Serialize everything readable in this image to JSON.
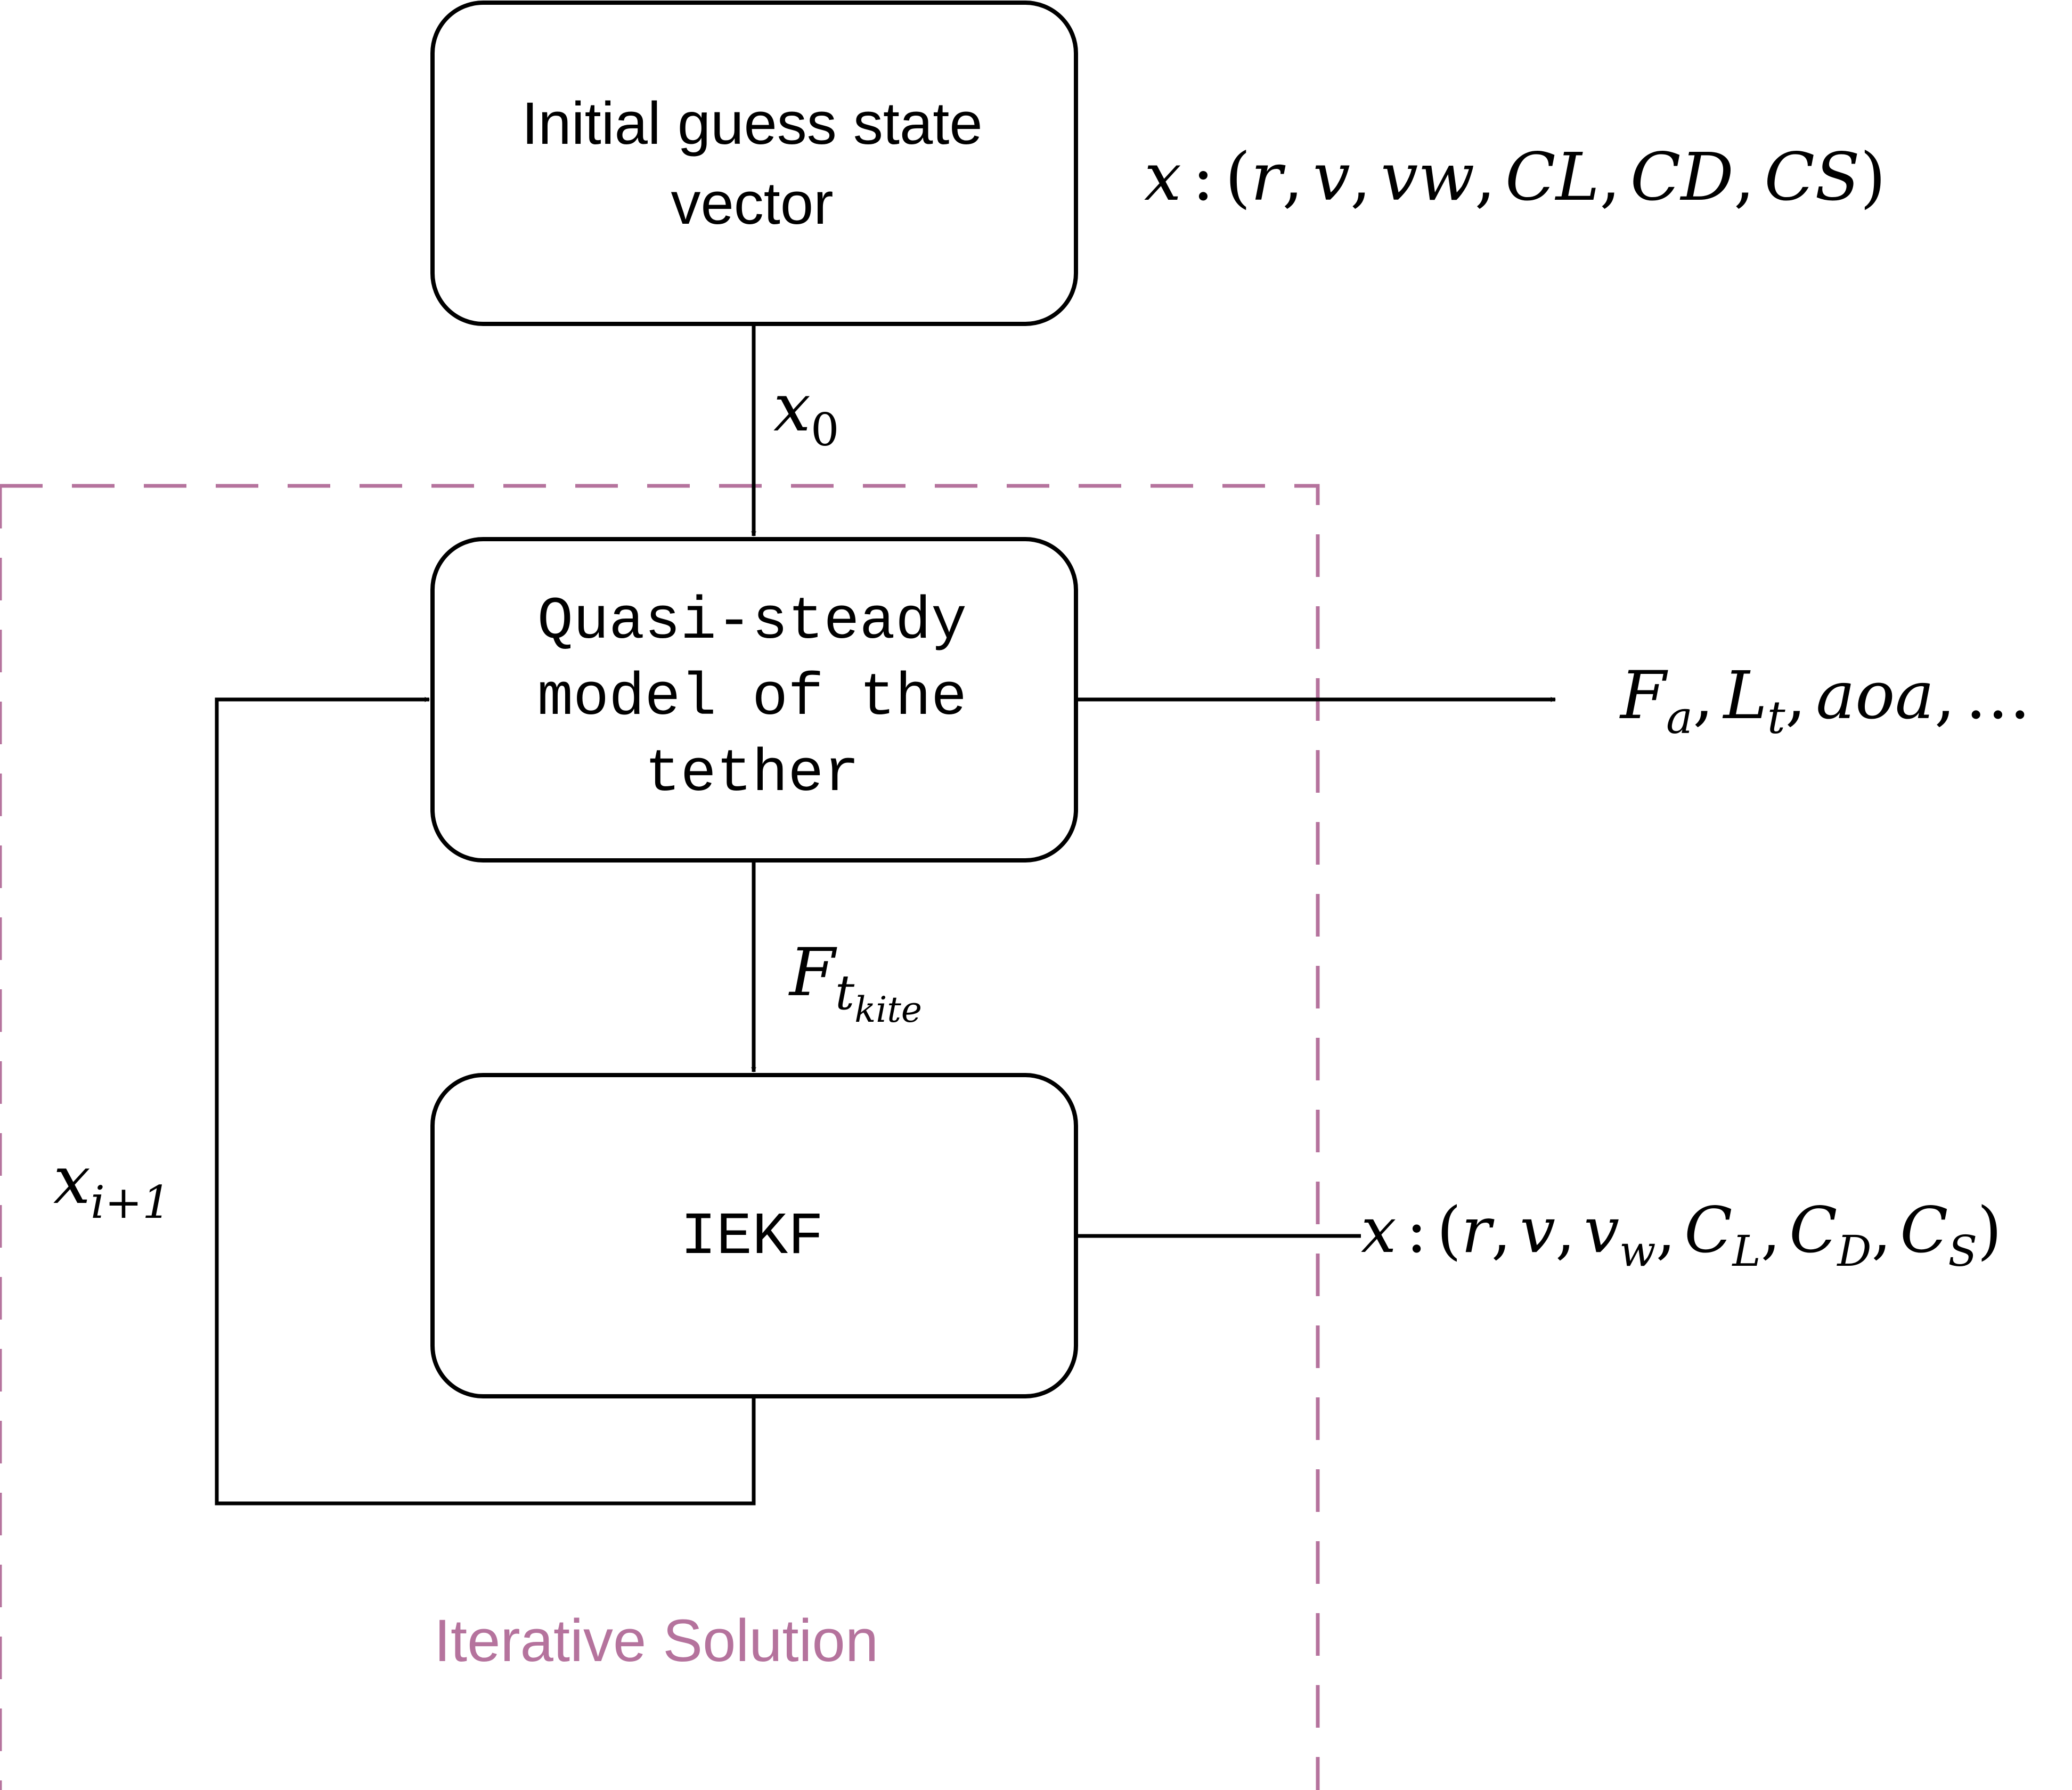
{
  "group": {
    "label": "Iterative Solution",
    "color": "#b5739d"
  },
  "boxes": {
    "initial": {
      "line1": "Initial guess state",
      "line2": "vector"
    },
    "model": {
      "line1": "Quasi-steady",
      "line2": "model of the",
      "line3": "tether"
    },
    "iekf": {
      "label": "IEKF"
    }
  },
  "labels": {
    "state_top": {
      "x": "x",
      "colon": ":",
      "lp": "(",
      "r": "r",
      "c1": ",",
      "v": "v",
      "c2": ",",
      "vw": "vw",
      "c3": ",",
      "CL": "CL",
      "c4": ",",
      "CD": "CD",
      "c5": ",",
      "CS": "CS",
      "rp": ")"
    },
    "x0": {
      "base": "x",
      "sub": "0"
    },
    "outputs": {
      "F": "F",
      "F_sub": "a",
      "c1": ",",
      "L": "L",
      "L_sub": "t",
      "c2": ",",
      "aoa": "aoa",
      "c3": ",",
      "dots": "…"
    },
    "ftkite": {
      "F": "F",
      "t": "t",
      "kite": "kite"
    },
    "xi1": {
      "base": "x",
      "sub": "i+1"
    },
    "state_bottom": {
      "x": "x",
      "colon": ":",
      "lp": "(",
      "r": "r",
      "c1": ",",
      "v": "v",
      "c2": ",",
      "v_w": "v",
      "w": "w",
      "c3": ",",
      "C_L": "C",
      "L": "L",
      "c4": ",",
      "C_D": "C",
      "D": "D",
      "c5": ",",
      "C_S": "C",
      "S": "S",
      "rp": ")"
    }
  }
}
